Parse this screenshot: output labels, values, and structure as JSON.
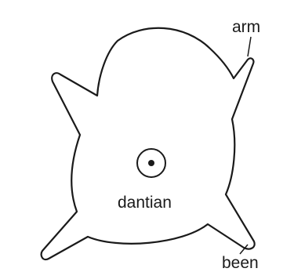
{
  "labels": {
    "arm": "arm",
    "dantian": "dantian",
    "been": "been"
  },
  "colors": {
    "outline": "#1a1a1a",
    "background": "#ffffff"
  }
}
